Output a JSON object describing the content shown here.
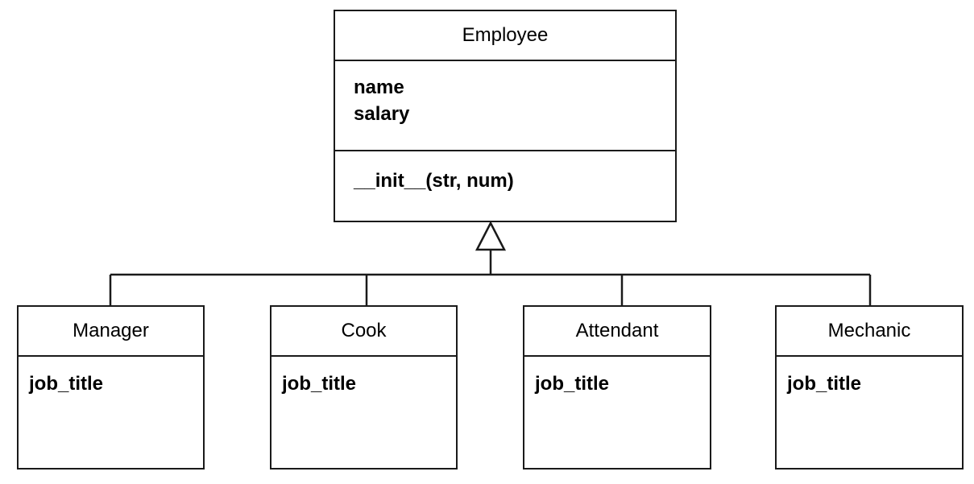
{
  "diagram": {
    "parent": {
      "name": "Employee",
      "attributes": [
        "name",
        "salary"
      ],
      "methods": [
        "__init__(str, num)"
      ]
    },
    "children": [
      {
        "name": "Manager",
        "attributes": [
          "job_title"
        ]
      },
      {
        "name": "Cook",
        "attributes": [
          "job_title"
        ]
      },
      {
        "name": "Attendant",
        "attributes": [
          "job_title"
        ]
      },
      {
        "name": "Mechanic",
        "attributes": [
          "job_title"
        ]
      }
    ],
    "colors": {
      "line": "#1a1a1a",
      "background": "#ffffff"
    }
  }
}
